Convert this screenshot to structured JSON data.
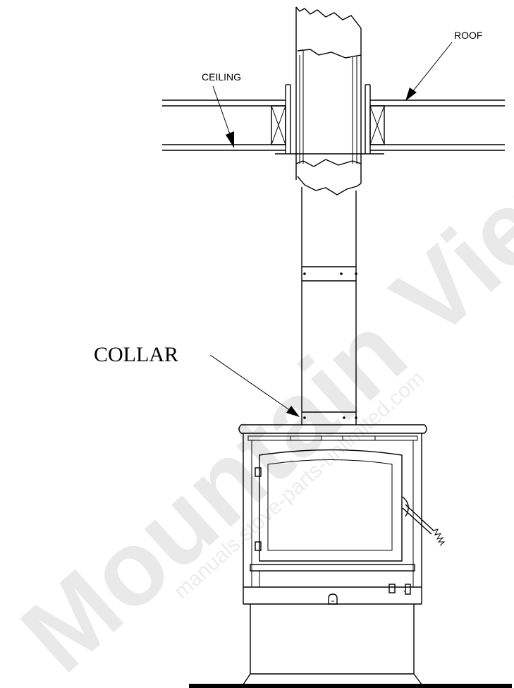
{
  "labels": {
    "roof": "ROOF",
    "ceiling": "CEILING",
    "collar": "COLLAR"
  },
  "watermark": {
    "main": "Mountain View Hearth Products",
    "url": "manuals.stove-parts-unlimited.com"
  },
  "colors": {
    "line": "#000000",
    "watermark": "#e9e9e9",
    "background": "#ffffff"
  }
}
